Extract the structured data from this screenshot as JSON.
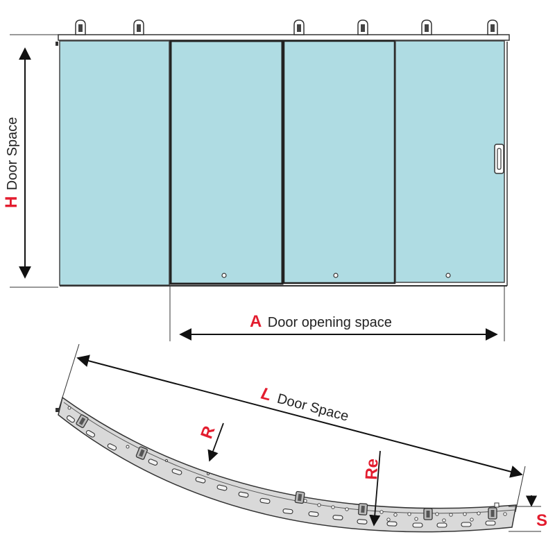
{
  "colors": {
    "glass": "#afdce3",
    "frame": "#333333",
    "accent": "#e31d2f",
    "track_fill": "#d9d9d9",
    "text": "#222222"
  },
  "top_diagram": {
    "height_letter": "H",
    "height_text": "Door Space",
    "opening_letter": "A",
    "opening_text": "Door opening space",
    "handle_icon": "door-handle-icon",
    "hanger_icon": "roller-hanger-icon"
  },
  "bottom_diagram": {
    "length_letter": "L",
    "length_text": "Door Space",
    "radius_label": "R",
    "outer_radius_label": "Re",
    "thickness_label": "S"
  }
}
